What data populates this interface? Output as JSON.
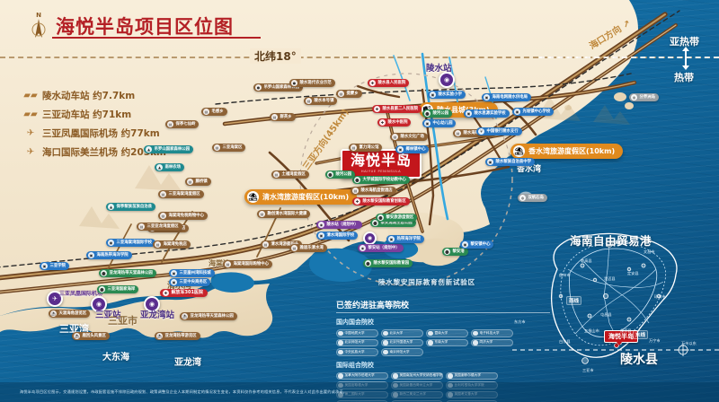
{
  "header": {
    "title": "海悦半岛项目区位图",
    "compass_icon": "compass-north-icon"
  },
  "distances": [
    {
      "icon": "train-icon",
      "label": "陵水动车站 约7.7km"
    },
    {
      "icon": "train-icon",
      "label": "三亚动车站 约71km"
    },
    {
      "icon": "plane-icon",
      "label": "三亚凤凰国际机场 约77km"
    },
    {
      "icon": "plane-icon",
      "label": "海口国际美兰机场 约205km"
    }
  ],
  "latitude": {
    "label": "北纬18°",
    "subtropical": "亚热带",
    "tropical": "热带"
  },
  "directions": [
    {
      "label": "海口方向 ↗"
    },
    {
      "label": "← 三亚方向(45km)"
    }
  ],
  "project": {
    "name_cn": "海悦半岛",
    "name_en": "HAIYUE PENINSULA"
  },
  "big_chips": [
    {
      "id": "lingshui-county",
      "label": "陵水县城(3km)",
      "color": "orange",
      "icon": "city-icon"
    },
    {
      "id": "qingshui-bay",
      "label": "清水湾旅游度假区(10km)",
      "color": "orange",
      "icon": "beach-icon"
    },
    {
      "id": "xiangshui-bay",
      "label": "香水湾旅游度假区(10km)",
      "color": "orange",
      "icon": "beach-icon"
    }
  ],
  "stations": [
    {
      "id": "lingshui-station",
      "label": "陵水站",
      "color": "#5b2d8e"
    },
    {
      "id": "sanya-station",
      "label": "三亚站",
      "color": "#5b2d8e"
    },
    {
      "id": "yalongwan-station",
      "label": "亚龙湾站",
      "color": "#5b2d8e"
    }
  ],
  "places": [
    {
      "label": "三亚市",
      "kind": "land",
      "size": 11
    },
    {
      "label": "三亚湾",
      "kind": "sea",
      "size": 11
    },
    {
      "label": "大东海",
      "kind": "sea",
      "size": 10
    },
    {
      "label": "亚龙湾",
      "kind": "sea",
      "size": 10
    },
    {
      "label": "清水湾",
      "kind": "sea",
      "size": 9
    },
    {
      "label": "香水湾",
      "kind": "sea",
      "size": 9
    },
    {
      "label": "海棠湾",
      "kind": "sea",
      "size": 8
    }
  ],
  "airport_label": "三亚凤凰国际机场",
  "hospital_label": "解放军301医院",
  "edu_zone_arc": "陵水黎安国际教育创新试验区",
  "edu_panel": {
    "title": "已签约进驻高等院校",
    "domestic_title": "国内国会院校",
    "domestic": [
      "中国地质大学",
      "北京大学",
      "暨南大学",
      "电子科技大学",
      "北京师范大学",
      "北京外国语大学",
      "东南大学",
      "同济大学",
      "中央民族大学",
      "南京师范大学"
    ],
    "intl_title": "国际组合院校",
    "intl": [
      "加拿大阿尔伯塔大学",
      "美国南加州大学安纳伯格学院",
      "英国谢菲尔德大学",
      "美国密歇根大学",
      "美国新墨西哥州立大学",
      "比利时根特大学学院",
      "第二国际大学",
      "新西兰奥克兰大学",
      "英国考文垂大学",
      "美国纽约电影学院",
      "美国佐治亚大学",
      "美国马里兰大学"
    ]
  },
  "inset": {
    "title": "海南自由贸易港",
    "project_badge": "海悦半岛",
    "county": "陵水县",
    "cities": [
      "海口市",
      "文昌市",
      "琼海市",
      "万宁市",
      "三亚市",
      "东方市",
      "儋州市",
      "澄迈县",
      "定安县",
      "屯昌县",
      "五指山市",
      "保亭县",
      "陵水县",
      "白沙县",
      "临高县"
    ],
    "regions": [
      "西线",
      "东线"
    ],
    "compass_label": "万州以东"
  },
  "footer": {
    "disclaimer": "海悦半岛项目区位图示，交通规划设置，市政配套设施不排除因政府规划、政策调整及企业人本期间制定的情况发生变化，本资料仅作参考的相关信息，不代表企业人对此作出要约或承诺。"
  },
  "colors": {
    "brand_red": "#c3161c",
    "sea_blue": "#1370a8",
    "land_tan": "#f4e7cf",
    "road_brown": "#7a4a22",
    "gold": "#c08a3e"
  }
}
